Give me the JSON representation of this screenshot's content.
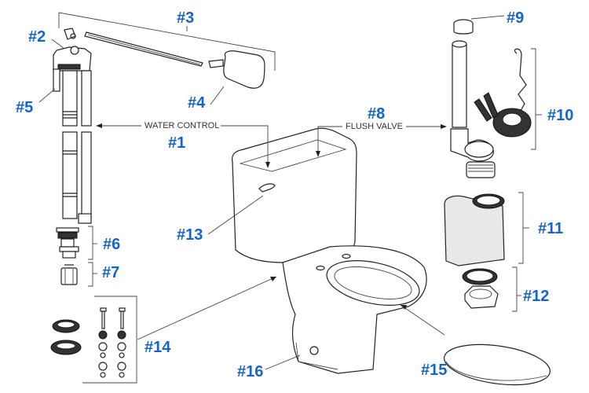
{
  "diagram": {
    "title": "Toilet exploded parts diagram",
    "label_color": "#1565c8",
    "captions": {
      "water_control": "WATER CONTROL",
      "flush_valve": "FLUSH VALVE"
    },
    "parts": [
      {
        "id": "1",
        "label": "#1",
        "name": "water-control-fill-valve"
      },
      {
        "id": "2",
        "label": "#2",
        "name": "fill-valve-cap"
      },
      {
        "id": "3",
        "label": "#3",
        "name": "float-arm-assembly"
      },
      {
        "id": "4",
        "label": "#4",
        "name": "float-ball"
      },
      {
        "id": "5",
        "label": "#5",
        "name": "refill-tube"
      },
      {
        "id": "6",
        "label": "#6",
        "name": "fill-valve-shank-washers"
      },
      {
        "id": "7",
        "label": "#7",
        "name": "coupling-nut"
      },
      {
        "id": "8",
        "label": "#8",
        "name": "flush-valve"
      },
      {
        "id": "9",
        "label": "#9",
        "name": "overflow-cap"
      },
      {
        "id": "10",
        "label": "#10",
        "name": "flapper-and-chain"
      },
      {
        "id": "11",
        "label": "#11",
        "name": "tank-to-bowl-gasket"
      },
      {
        "id": "12",
        "label": "#12",
        "name": "flush-valve-washer-and-nut"
      },
      {
        "id": "13",
        "label": "#13",
        "name": "trip-lever"
      },
      {
        "id": "14",
        "label": "#14",
        "name": "bolts-washers-wax-rings-kit"
      },
      {
        "id": "15",
        "label": "#15",
        "name": "toilet-seat"
      },
      {
        "id": "16",
        "label": "#16",
        "name": "bolt-caps"
      }
    ]
  }
}
